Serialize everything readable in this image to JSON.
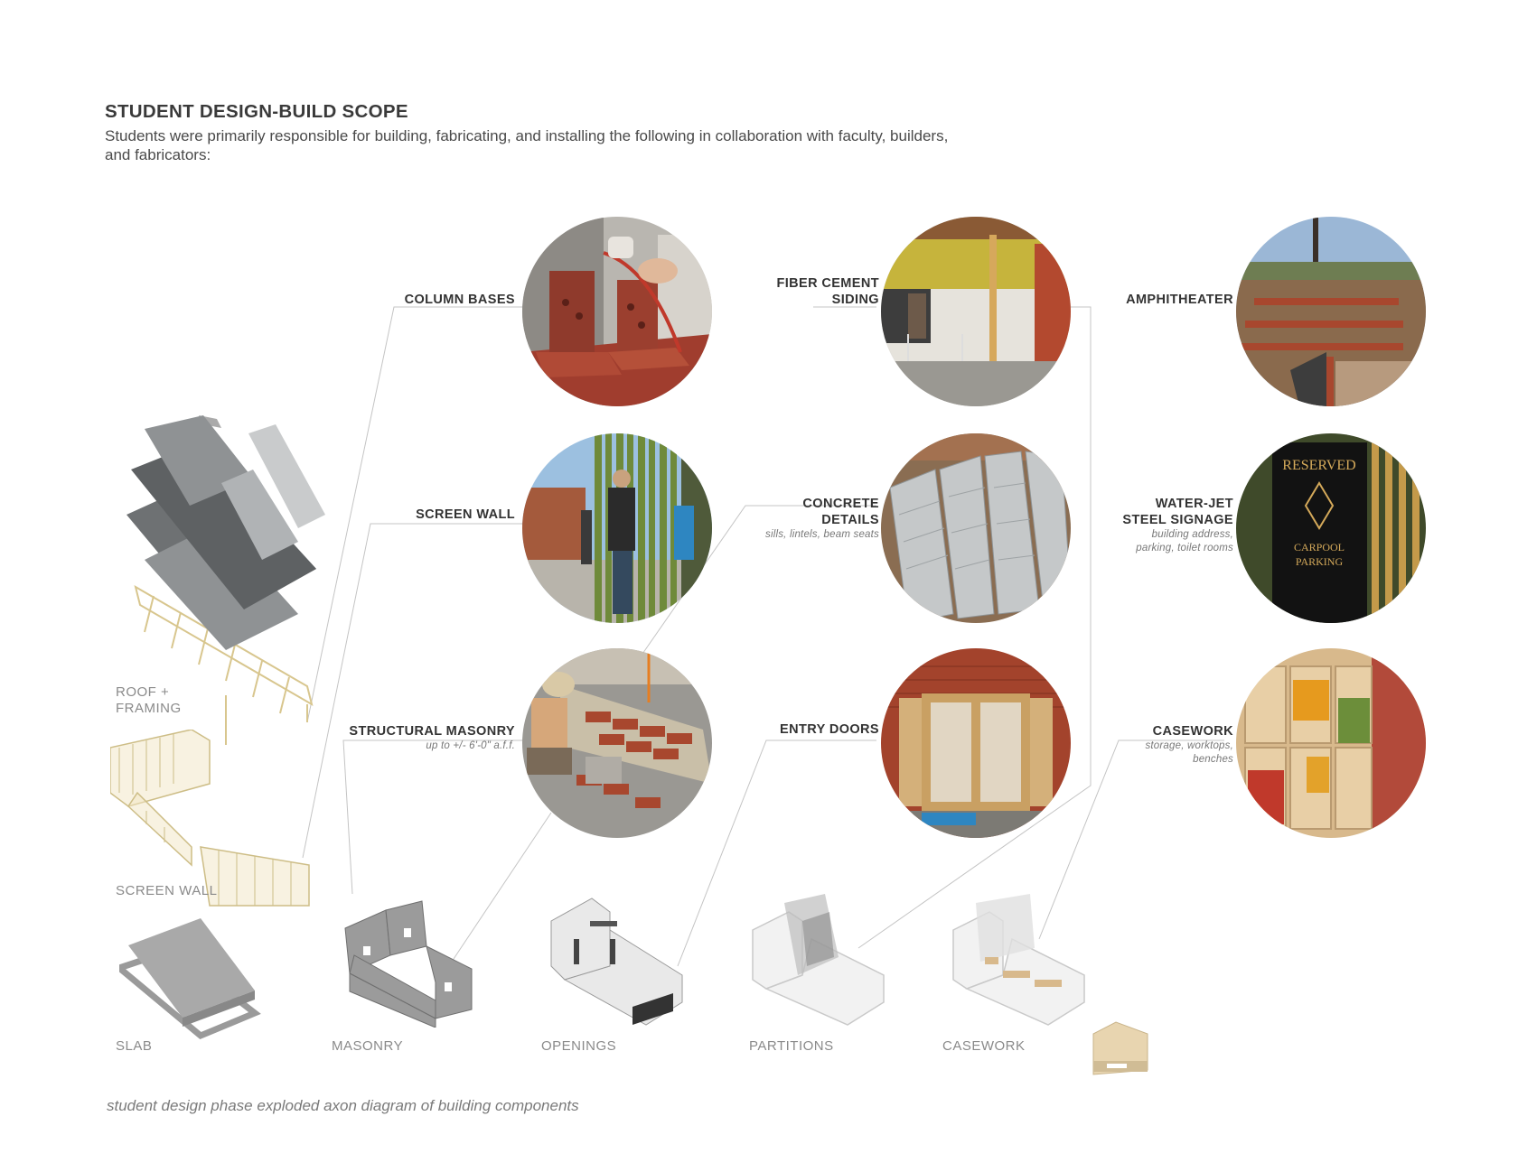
{
  "header": {
    "title": "STUDENT DESIGN-BUILD SCOPE",
    "subtitle": "Students were primarily responsible for building, fabricating, and installing the following in collaboration with faculty, builders, and fabricators:"
  },
  "scope_items": [
    {
      "label": "COLUMN BASES",
      "note": ""
    },
    {
      "label": "SCREEN WALL",
      "note": ""
    },
    {
      "label": "STRUCTURAL MASONRY",
      "note": "up to +/- 6'-0\" a.f.f."
    },
    {
      "label_line1": "FIBER CEMENT",
      "label_line2": "SIDING",
      "note": ""
    },
    {
      "label_line1": "CONCRETE",
      "label_line2": "DETAILS",
      "note": "sills, lintels, beam seats"
    },
    {
      "label": "ENTRY DOORS",
      "note": ""
    },
    {
      "label": "AMPHITHEATER",
      "note": ""
    },
    {
      "label_line1": "WATER-JET",
      "label_line2": "STEEL SIGNAGE",
      "note_line1": "building address,",
      "note_line2": "parking,  toilet rooms"
    },
    {
      "label": "CASEWORK",
      "note_line1": "storage, worktops,",
      "note_line2": "benches"
    }
  ],
  "signage_text": {
    "line1": "RESERVED",
    "line2": "CARPOOL",
    "line3": "PARKING"
  },
  "components": {
    "roof_line1": "ROOF +",
    "roof_line2": "FRAMING",
    "screen_wall": "SCREEN WALL",
    "slab": "SLAB",
    "masonry": "MASONRY",
    "openings": "OPENINGS",
    "partitions": "PARTITIONS",
    "casework": "CASEWORK"
  },
  "caption": "student design phase exploded axon diagram of building components",
  "colors": {
    "title": "#3a3a3a",
    "label": "#333333",
    "component_label": "#8a8a8a",
    "leader_line": "#bdbdbd",
    "brick": "#a8472e",
    "wood": "#e8d9a8",
    "steel": "#8f3a2c"
  }
}
